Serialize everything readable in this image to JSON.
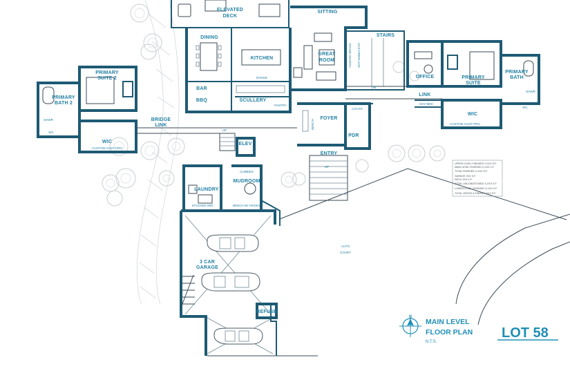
{
  "title": {
    "line1": "MAIN LEVEL",
    "line2": "FLOOR PLAN",
    "scale": "N.T.S.",
    "lot": "LOT 58",
    "north_marker": "N"
  },
  "rooms": {
    "elevated_deck_1": "ELEVATED",
    "elevated_deck_2": "DECK",
    "sitting": "SITTING",
    "stairs": "STAIRS",
    "dining": "DINING",
    "kitchen": "KITCHEN",
    "great_room_1": "GREAT",
    "great_room_2": "ROOM",
    "office": "OFFICE",
    "primary_suite_2_1": "PRIMARY",
    "primary_suite_2_2": "SUITE 2",
    "primary_bath_2_1": "PRIMARY",
    "primary_bath_2_2": "BATH 2",
    "bar": "BAR",
    "bbq": "BBQ",
    "scullery": "SCULLERY",
    "link": "LINK",
    "primary_suite_1": "PRIMARY",
    "primary_suite_2": "SUITE",
    "primary_bath_1": "PRIMARY",
    "primary_bath_2": "BATH",
    "wic_left": "WIC",
    "wic_right": "WIC",
    "bridge_link_1": "BRIDGE",
    "bridge_link_2": "LINK",
    "foyer": "FOYER",
    "pdr": "PDR",
    "coats": "COATS",
    "entry": "ENTRY",
    "laundry": "LAUNDRY",
    "mudroom": "MUDROOM",
    "elev": "ELEV",
    "garage_1": "3 CAR",
    "garage_2": "GARAGE",
    "auto_court_1": "AUTO",
    "auto_court_2": "COURT",
    "refuse": "REFUSE"
  },
  "notes": {
    "custom_cust_pro_left": "CUSTOM CUST PRO",
    "custom_cust_pro_right": "CUSTOM CUST PRO",
    "day_bed": "DAY BED",
    "shwr_left": "SHWR",
    "shwr_right": "SHWR",
    "wc_left": "WC",
    "wc_right": "WC",
    "up_1": "UP",
    "up_2": "UP",
    "on": "ON",
    "on_2": "ON",
    "bench": "BENCH",
    "cubbies": "CUBBIES",
    "stacked_wd": "STACKED W/D",
    "bench_hooks": "BENCH W/ HOOKS",
    "pantry": "PANTRY",
    "range": "RANGE",
    "gas_fireplace": "GAS FIREPLACE",
    "stone_hearth": "STONE HEARTH"
  },
  "area_table": [
    "UPPER LEVEL FINISHED  X,XXX S.F.",
    "MAIN LEVEL FINISHED  X,XXX S.F.",
    "TOTAL FINISHED  X,XXX S.F.",
    "GARAGE  XXX S.F.",
    "DECK  XXX S.F.",
    "TOTAL UNCONDITIONED  X,XXX S.F.",
    "LOWER LEVEL FINISHED  X,XXX S.F.",
    "TOTAL GROSS & FINISH  X,XXX S.F."
  ],
  "colors": {
    "wall": "#1d5a73",
    "label": "#1f7fa3",
    "title": "#1f8fb6"
  }
}
